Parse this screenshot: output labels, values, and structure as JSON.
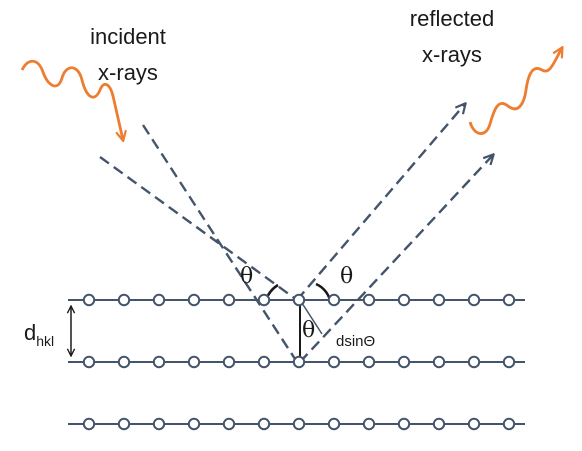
{
  "labels": {
    "incident_line1": "incident",
    "incident_line2": "x-rays",
    "reflected_line1": "reflected",
    "reflected_line2": "x-rays",
    "theta": "θ",
    "d_main": "d",
    "d_sub": "hkl",
    "path_diff": "dsinΘ"
  },
  "colors": {
    "wave": "#ed7d31",
    "dashed": "#44546a",
    "lattice": "#44546a",
    "atom_fill": "#ffffff"
  },
  "lattice": {
    "rows": 3,
    "atoms_per_row": 13
  }
}
